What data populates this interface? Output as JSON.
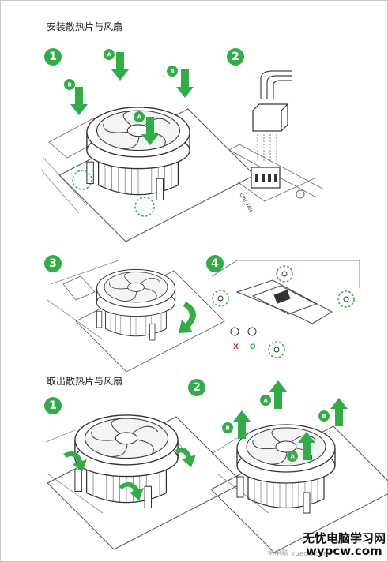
{
  "section_install": {
    "title": "安装散热片与风扇"
  },
  "section_remove": {
    "title": "取出散热片与风扇"
  },
  "steps": {
    "install": [
      "1",
      "2",
      "3",
      "4"
    ],
    "remove": [
      "1",
      "2"
    ]
  },
  "arrow_labels": {
    "a": "A",
    "b": "B"
  },
  "connector": {
    "label": "CPU_FAN"
  },
  "lock_hint": {
    "wrong": "X",
    "right": "O"
  },
  "watermark": {
    "line1": "无忧电脑学习网",
    "line2": "wypcw.com",
    "faint": "学电脑 xuedn.com"
  },
  "colors": {
    "accent": "#2fae46",
    "line": "#333333",
    "wrong": "#e02020"
  }
}
